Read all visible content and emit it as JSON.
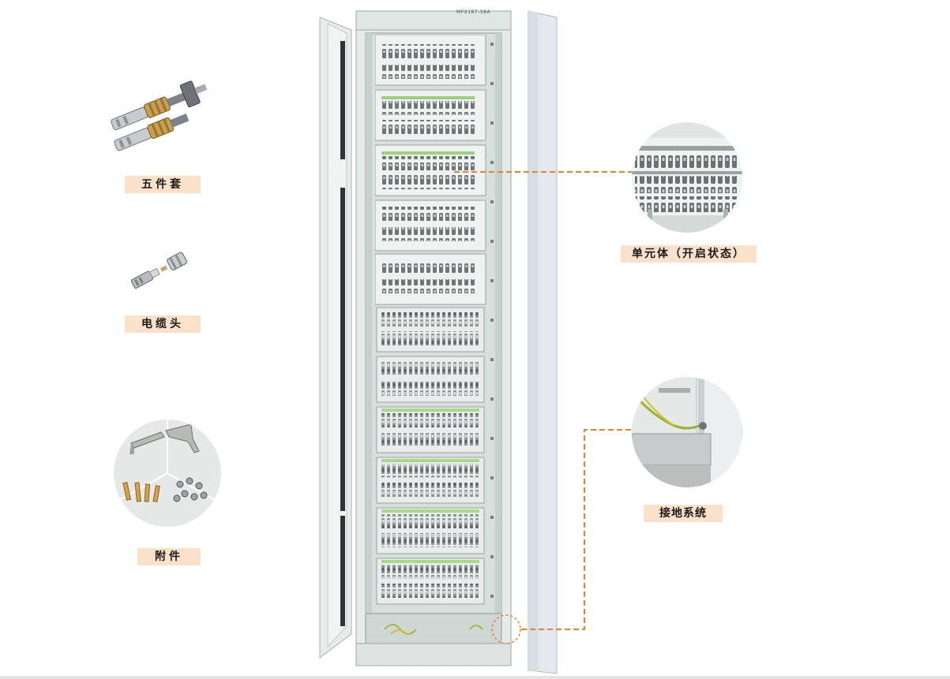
{
  "cabinet": {
    "model_plate": "MFX187-S8A"
  },
  "accessories": {
    "five_piece_set": "五件套",
    "cable_head": "电缆头",
    "attachments": "附件"
  },
  "callouts": {
    "unit_body": "单元体（开启状态）",
    "grounding_system": "接地系统"
  },
  "colors": {
    "label_bg": "#fbe1c9",
    "callout_line": "#e8822c",
    "cabinet_body": "#e4ebe8"
  }
}
